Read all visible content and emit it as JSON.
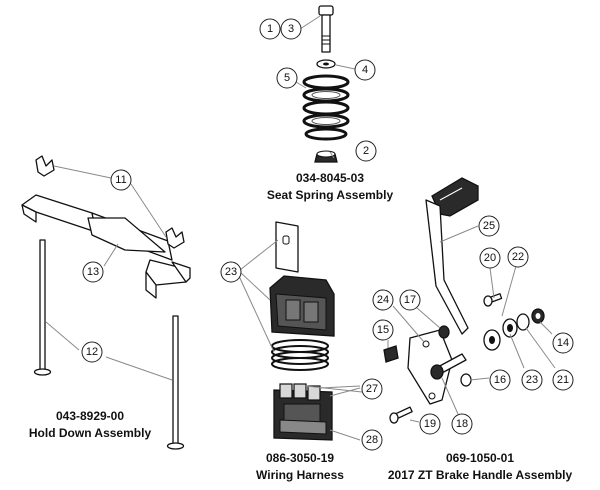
{
  "assemblies": [
    {
      "id": "seat-spring",
      "part_number": "034-8045-03",
      "name": "Seat Spring Assembly"
    },
    {
      "id": "hold-down",
      "part_number": "043-8929-00",
      "name": "Hold Down Assembly"
    },
    {
      "id": "wiring-harness",
      "part_number": "086-3050-19",
      "name": "Wiring Harness"
    },
    {
      "id": "brake-handle",
      "part_number": "069-1050-01",
      "name": "2017 ZT Brake Handle Assembly"
    }
  ],
  "callouts": [
    {
      "label": "1"
    },
    {
      "label": "3"
    },
    {
      "label": "4"
    },
    {
      "label": "5"
    },
    {
      "label": "2"
    },
    {
      "label": "11"
    },
    {
      "label": "13"
    },
    {
      "label": "12"
    },
    {
      "label": "23"
    },
    {
      "label": "27"
    },
    {
      "label": "28"
    },
    {
      "label": "25"
    },
    {
      "label": "20"
    },
    {
      "label": "22"
    },
    {
      "label": "24"
    },
    {
      "label": "17"
    },
    {
      "label": "15"
    },
    {
      "label": "14"
    },
    {
      "label": "16"
    },
    {
      "label": "23"
    },
    {
      "label": "21"
    },
    {
      "label": "19"
    },
    {
      "label": "18"
    }
  ]
}
